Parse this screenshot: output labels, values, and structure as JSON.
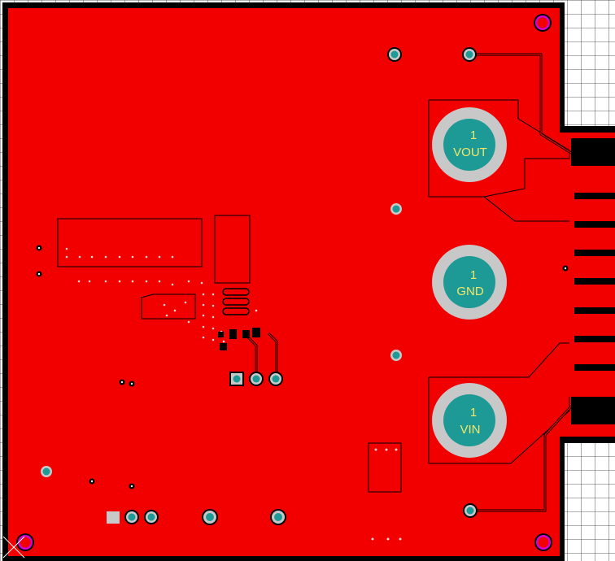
{
  "colors": {
    "board_copper": "#f20000",
    "board_background": "#000000",
    "grid_background": "#ffffff",
    "grid_lines": "#2a2a2a",
    "pad_ring": "#c8c8c8",
    "via_teal": "#1e9a96",
    "mounting_hole": "#d400d4",
    "trace_outline": "#000000",
    "label_text": "#f2e66a"
  },
  "large_pads": [
    {
      "id": "vout",
      "number": "1",
      "name": "VOUT"
    },
    {
      "id": "gnd",
      "number": "1",
      "name": "GND"
    },
    {
      "id": "vin",
      "number": "1",
      "name": "VIN"
    }
  ]
}
